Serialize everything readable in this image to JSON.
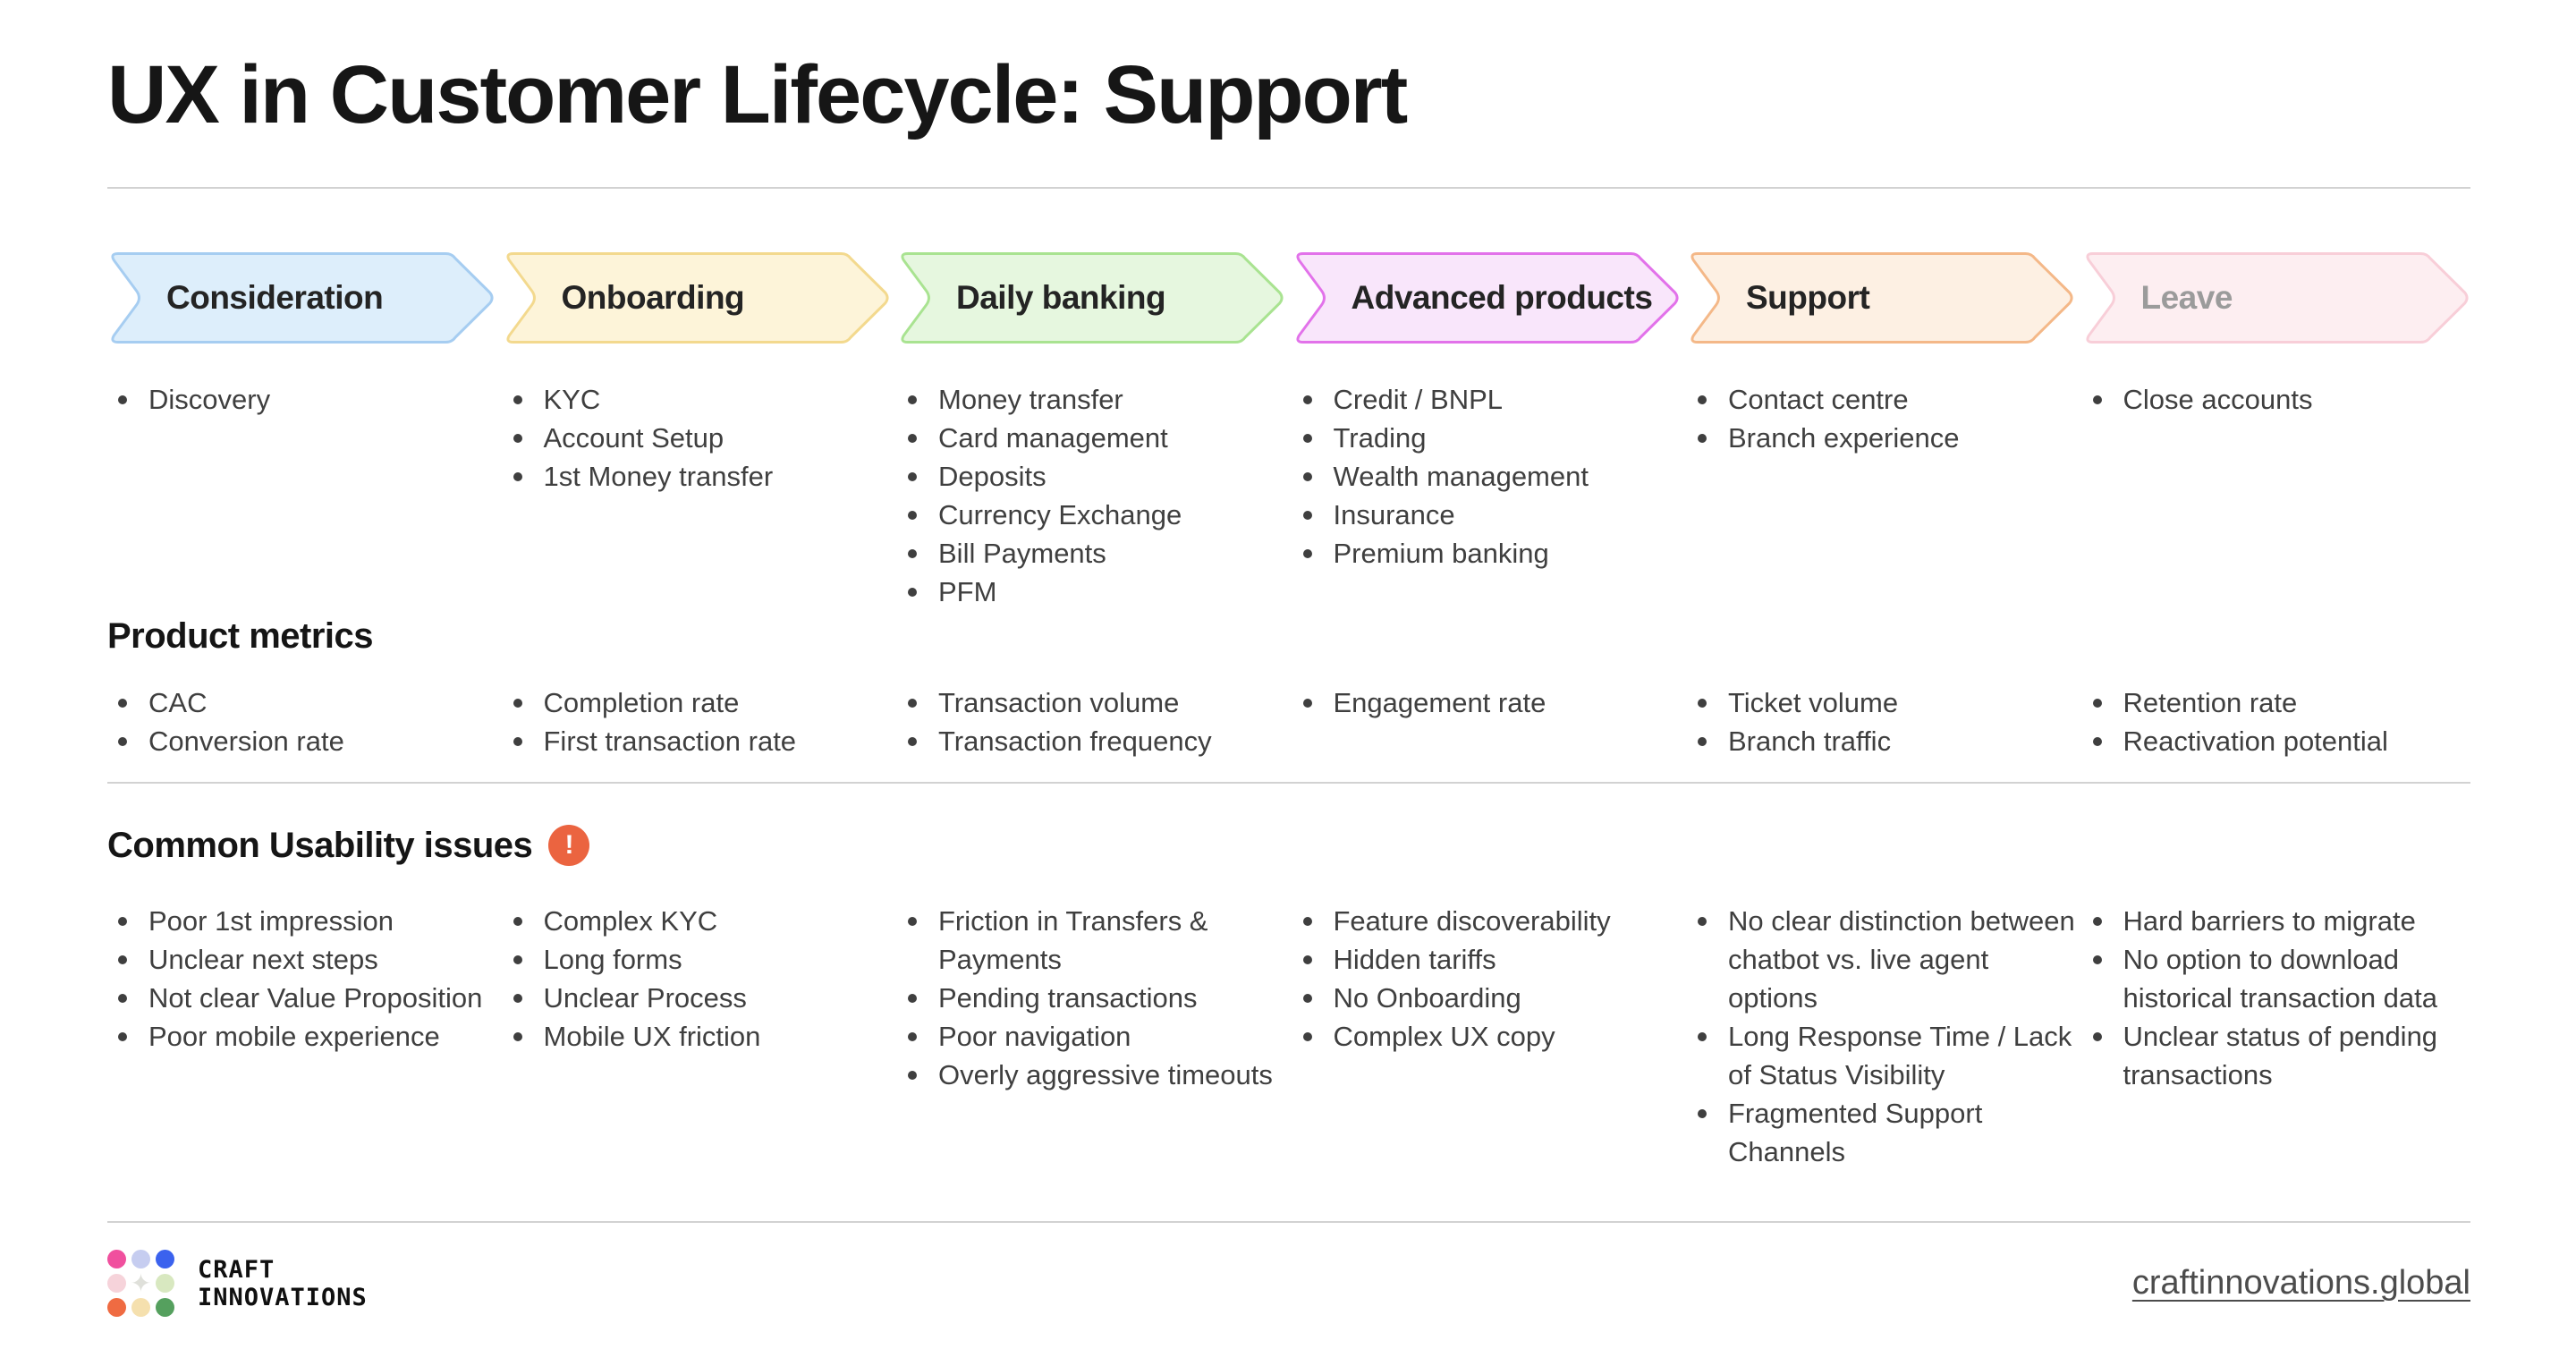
{
  "page": {
    "title": "UX in Customer Lifecycle: Support"
  },
  "sections": {
    "product_metrics_title": "Product metrics",
    "usability_title": "Common Usability issues",
    "warning_icon_glyph": "!",
    "warning_icon_color": "#eb6440"
  },
  "stages": [
    {
      "label": "Consideration",
      "fill": "#ddeefb",
      "border": "#a6cdf1",
      "muted": false,
      "activities": [
        "Discovery"
      ],
      "metrics": [
        "CAC",
        "Conversion rate"
      ],
      "issues": [
        "Poor 1st impression",
        "Unclear next steps",
        "Not clear Value Proposition",
        "Poor mobile experience"
      ]
    },
    {
      "label": "Onboarding",
      "fill": "#fdf4d9",
      "border": "#f3d98e",
      "muted": false,
      "activities": [
        "KYC",
        "Account Setup",
        "1st Money transfer"
      ],
      "metrics": [
        "Completion rate",
        "First transaction rate"
      ],
      "issues": [
        "Complex KYC",
        "Long forms",
        "Unclear Process",
        "Mobile UX friction"
      ]
    },
    {
      "label": "Daily banking",
      "fill": "#e6f7df",
      "border": "#a9e391",
      "muted": false,
      "activities": [
        "Money transfer",
        "Card management",
        "Deposits",
        "Currency Exchange",
        "Bill Payments",
        "PFM"
      ],
      "metrics": [
        "Transaction volume",
        "Transaction frequency"
      ],
      "issues": [
        "Friction in Transfers & Payments",
        "Pending transactions",
        "Poor navigation",
        "Overly aggressive timeouts"
      ]
    },
    {
      "label": "Advanced products",
      "fill": "#f9e6fb",
      "border": "#e272ea",
      "muted": false,
      "activities": [
        "Credit / BNPL",
        "Trading",
        "Wealth management",
        "Insurance",
        "Premium banking"
      ],
      "metrics": [
        "Engagement rate"
      ],
      "issues": [
        "Feature discoverability",
        "Hidden tariffs",
        "No Onboarding",
        "Complex UX copy"
      ]
    },
    {
      "label": "Support",
      "fill": "#fdf0e3",
      "border": "#f4b888",
      "muted": false,
      "activities": [
        "Contact centre",
        "Branch experience"
      ],
      "metrics": [
        "Ticket volume",
        "Branch traffic"
      ],
      "issues": [
        "No clear distinction between chatbot vs. live agent options",
        "Long Response Time / Lack of Status Visibility",
        "Fragmented Support Channels"
      ]
    },
    {
      "label": "Leave",
      "fill": "#fdeef1",
      "border": "#f8ced8",
      "muted": true,
      "activities": [
        "Close accounts"
      ],
      "metrics": [
        "Retention rate",
        "Reactivation potential"
      ],
      "issues": [
        "Hard barriers to migrate",
        "No option to download historical transaction data",
        "Unclear status of pending transactions"
      ]
    }
  ],
  "footer": {
    "logo_line1": "CRAFT",
    "logo_line2": "INNOVATIONS",
    "link": "craftinnovations.global",
    "logo_dots": [
      "#f0509e",
      "#c6cdf0",
      "#3b62ee",
      "#f6d3da",
      "#dfe0da",
      "#d8e8c0",
      "#ef6b42",
      "#f5e0ae",
      "#55a05e"
    ],
    "sparkle_glyph": "✦"
  }
}
